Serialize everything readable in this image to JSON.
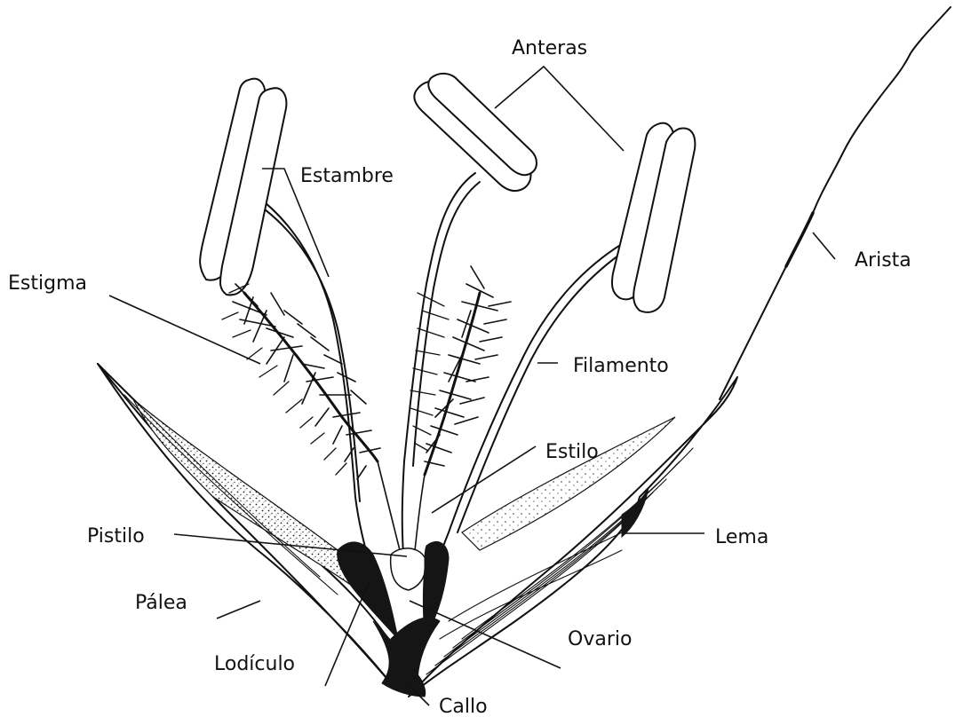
{
  "labels": {
    "anteras": "Anteras",
    "estambre": "Estambre",
    "arista": "Arista",
    "estigma": "Estigma",
    "filamento": "Filamento",
    "estilo": "Estilo",
    "pistilo": "Pistilo",
    "lema": "Lema",
    "palea": "Pálea",
    "ovario": "Ovario",
    "lodiculo": "Lodículo",
    "callo": "Callo"
  }
}
